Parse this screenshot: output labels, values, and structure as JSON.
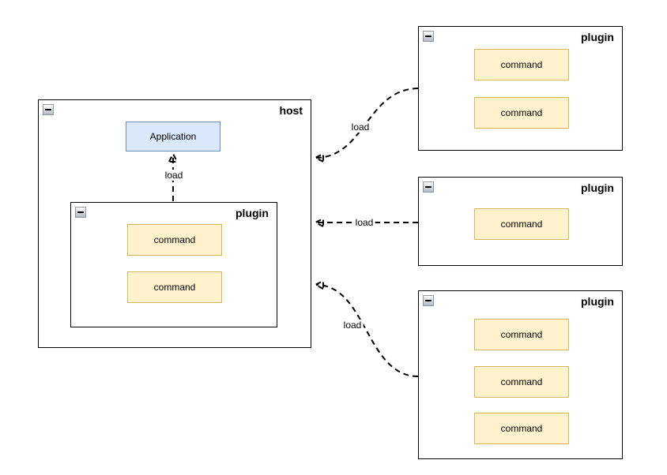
{
  "diagram": {
    "host": {
      "label": "host",
      "application": {
        "label": "Application"
      },
      "plugin": {
        "label": "plugin",
        "commands": [
          "command",
          "command"
        ]
      }
    },
    "plugins": [
      {
        "label": "plugin",
        "commands": [
          "command",
          "command"
        ]
      },
      {
        "label": "plugin",
        "commands": [
          "command"
        ]
      },
      {
        "label": "plugin",
        "commands": [
          "command",
          "command",
          "command"
        ]
      }
    ],
    "edges": [
      {
        "label": "load",
        "from": "host plugin",
        "to": "Application"
      },
      {
        "label": "load",
        "from": "plugin (top)",
        "to": "host"
      },
      {
        "label": "load",
        "from": "plugin (middle)",
        "to": "host"
      },
      {
        "label": "load",
        "from": "plugin (bottom)",
        "to": "host"
      }
    ],
    "icons": {
      "collapse": "−"
    },
    "colors": {
      "command_fill": "#fff2cc",
      "command_border": "#d6b656",
      "application_fill": "#dae8fc",
      "application_border": "#6c8ebf",
      "container_border": "#000000",
      "edge": "#000000"
    }
  }
}
